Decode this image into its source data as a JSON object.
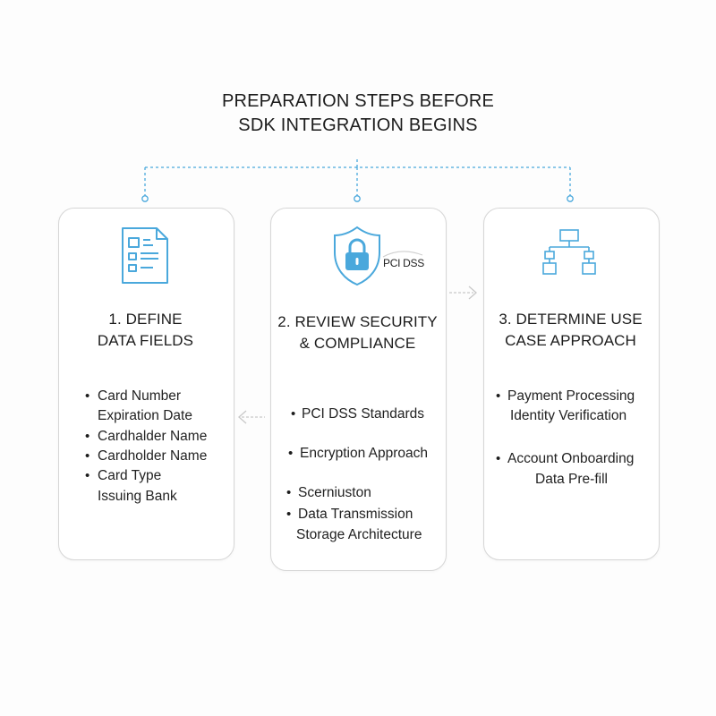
{
  "title": {
    "line1": "PREPARATION STEPS BEFORE",
    "line2": "SDK INTEGRATION BEGINS"
  },
  "colors": {
    "accent": "#4aa8dc",
    "border": "#d6d6d6",
    "arrow": "#c8c8c8"
  },
  "cards": [
    {
      "icon": "document-checklist-icon",
      "heading1": "1. DEFINE",
      "heading2": "DATA FIELDS",
      "items": [
        "Card Number",
        "Expiration Date",
        "Cardhalder Name",
        "Cardholder Name",
        "Card Type",
        "Issuing Bank"
      ]
    },
    {
      "icon": "shield-lock-icon",
      "badge": "PCI DSS",
      "heading1": "2. REVIEW SECURITY",
      "heading2": "& COMPLIANCE",
      "items": [
        "PCI DSS Standards",
        "Encryption Approach",
        "Scerniuston",
        "Data Transmission",
        "Storage Architecture"
      ]
    },
    {
      "icon": "flowchart-icon",
      "heading1": "3. DETERMINE USE",
      "heading2": "CASE APPROACH",
      "items": [
        "Payment Processing",
        "Identity Verification",
        "Account Onboarding",
        "Data Pre-fill"
      ]
    }
  ]
}
